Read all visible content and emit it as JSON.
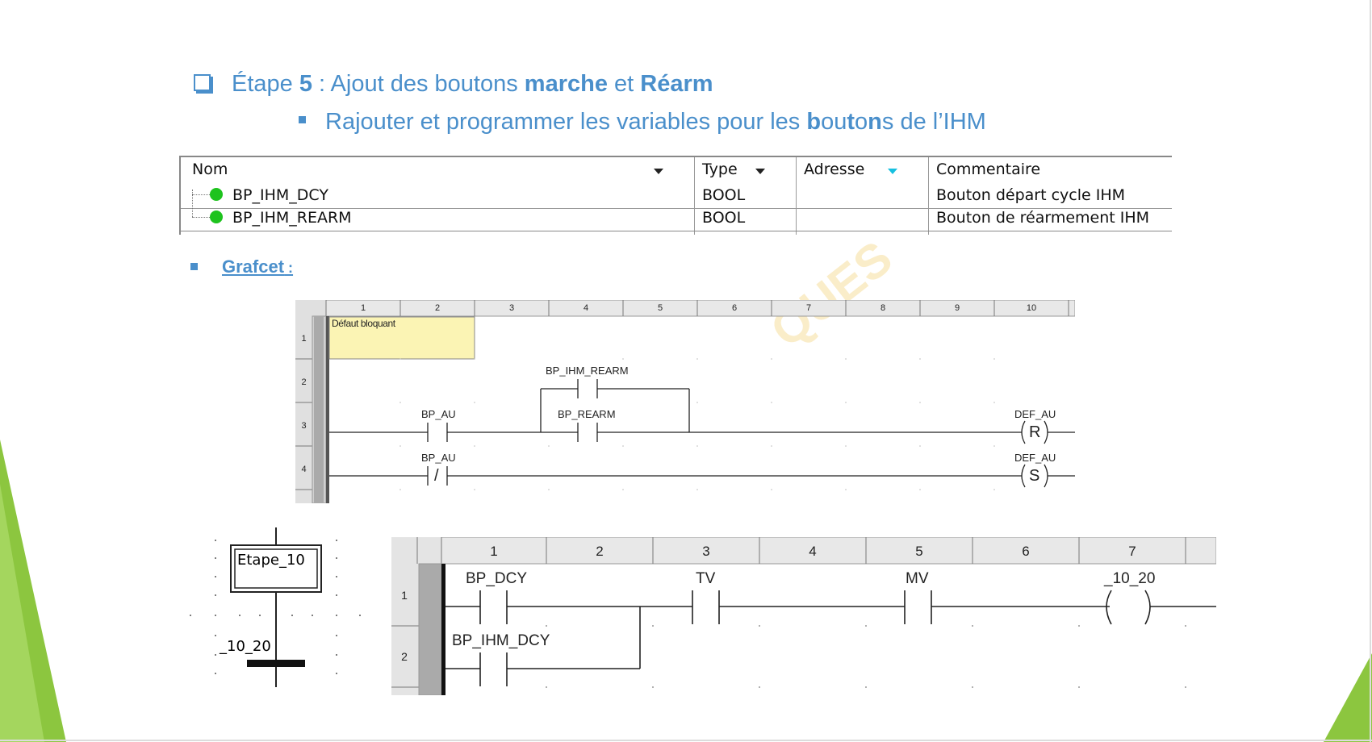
{
  "heading": {
    "prefix": "Étape ",
    "step_number": "5",
    "middle": " : Ajout des boutons ",
    "word_marche": "marche",
    "and": " et ",
    "word_rearm": "Réarm"
  },
  "subheading": {
    "part1": "Rajouter et programmer les variables pour les ",
    "bold_b": "b",
    "part2": "ou",
    "bold_t": "t",
    "part3": "o",
    "bold_n": "n",
    "part4": "s de l’IHM"
  },
  "variables_table": {
    "headers": {
      "name": "Nom",
      "type": "Type",
      "address": "Adresse",
      "comment": "Commentaire"
    },
    "rows": [
      {
        "name": "BP_IHM_DCY",
        "type": "BOOL",
        "address": "",
        "comment": "Bouton départ cycle IHM"
      },
      {
        "name": "BP_IHM_REARM",
        "type": "BOOL",
        "address": "",
        "comment": "Bouton de réarmement IHM"
      }
    ]
  },
  "grafcet_label": {
    "text": "Grafcet",
    "colon": " :"
  },
  "ladder1": {
    "columns": [
      "1",
      "2",
      "3",
      "4",
      "5",
      "6",
      "7",
      "8",
      "9",
      "10"
    ],
    "rows": [
      "1",
      "2",
      "3",
      "4"
    ],
    "comment_box": "Défaut bloquant",
    "contacts": {
      "bp_au_no": "BP_AU",
      "bp_ihm_rearm": "BP_IHM_REARM",
      "bp_rearm": "BP_REARM",
      "bp_au_nc": "BP_AU",
      "nc_symbol": "/"
    },
    "coils": {
      "reset_label": "DEF_AU",
      "reset_symbol": "R",
      "set_label": "DEF_AU",
      "set_symbol": "S"
    }
  },
  "grafcet_step": {
    "step_name": "Etape_10",
    "transition": "_10_20"
  },
  "ladder2": {
    "columns": [
      "1",
      "2",
      "3",
      "4",
      "5",
      "6",
      "7"
    ],
    "rows": [
      "1",
      "2"
    ],
    "contacts": {
      "bp_dcy": "BP_DCY",
      "bp_ihm_dcy": "BP_IHM_DCY",
      "tv": "TV",
      "mv": "MV"
    },
    "coil": "_10_20"
  },
  "watermark": "QUES"
}
